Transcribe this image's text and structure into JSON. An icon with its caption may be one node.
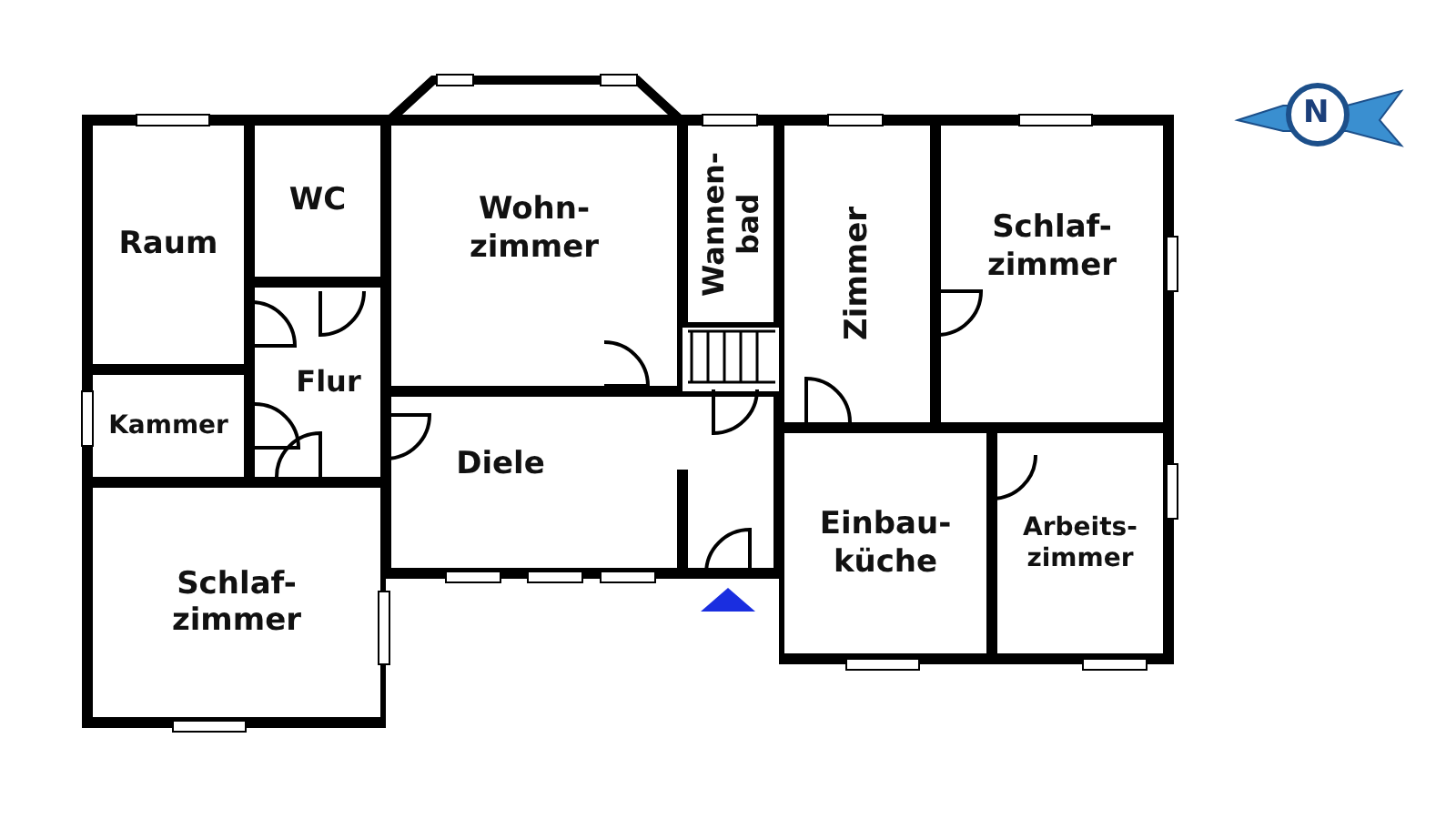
{
  "diagram": {
    "nodes": [
      {
        "text": [
          "Raum"
        ]
      },
      {
        "text": [
          "WC"
        ]
      },
      {
        "text": [
          "Wohn- zimmer"
        ]
      },
      {
        "text": [
          "Wannen- bad"
        ]
      },
      {
        "text": [
          "Zimmer"
        ]
      },
      {
        "text": [
          "Schlaf- zimmer"
        ]
      },
      {
        "text": [
          "Kammer"
        ]
      },
      {
        "text": [
          "Flur"
        ]
      },
      {
        "text": [
          "Diele"
        ]
      },
      {
        "text": [
          "Schlaf- zimmer"
        ]
      },
      {
        "text": [
          "Einbau- küche"
        ]
      },
      {
        "text": [
          "Arbeits- zimmer"
        ]
      }
    ],
    "labels": [
      "N"
    ]
  }
}
